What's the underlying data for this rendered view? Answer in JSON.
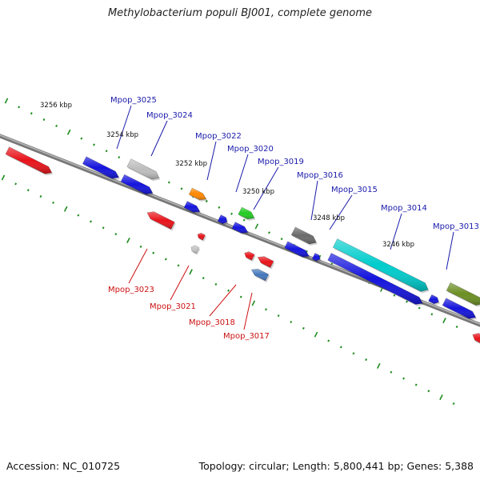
{
  "title": "Methylobacterium populi BJ001, complete genome",
  "footer": {
    "accession": "Accession: NC_010725",
    "summary": "Topology: circular; Length: 5,800,441 bp; Genes: 5,388"
  },
  "colors": {
    "backbone": "#8a8a8a",
    "ticks": "#1e8c1e",
    "label_forward": "#1a1aaa",
    "label_reverse": "#cc1111"
  },
  "scale_labels": [
    "3256 kbp",
    "3254 kbp",
    "3252 kbp",
    "3250 kbp",
    "3248 kbp",
    "3246 kbp"
  ],
  "forward_labels": [
    "Mpop_3025",
    "Mpop_3024",
    "Mpop_3022",
    "Mpop_3020",
    "Mpop_3019",
    "Mpop_3016",
    "Mpop_3015",
    "Mpop_3014",
    "Mpop_3013"
  ],
  "reverse_labels": [
    "Mpop_3023",
    "Mpop_3021",
    "Mpop_3018",
    "Mpop_3017"
  ]
}
